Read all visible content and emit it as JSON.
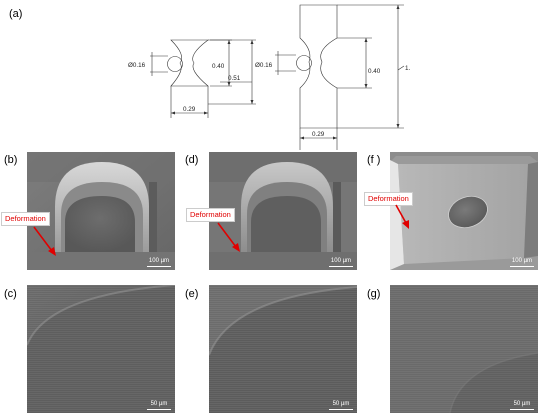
{
  "figure": {
    "panel_labels": {
      "a": "(a)",
      "b": "(b)",
      "c": "(c)",
      "d": "(d)",
      "e": "(e)",
      "f": "(f )",
      "g": "(g)"
    },
    "drawing_left": {
      "diameter": "Ø0.16",
      "height_inner": "0.40",
      "height_outer": "0.51",
      "width": "0.29"
    },
    "drawing_right": {
      "diameter": "Ø0.16",
      "height": "0.40",
      "total_height": "1.",
      "width": "0.29"
    },
    "deformation_label": "Deformation",
    "scale_100": "100 µm",
    "scale_50": "50 µm",
    "annotation_color": "#e00000"
  }
}
